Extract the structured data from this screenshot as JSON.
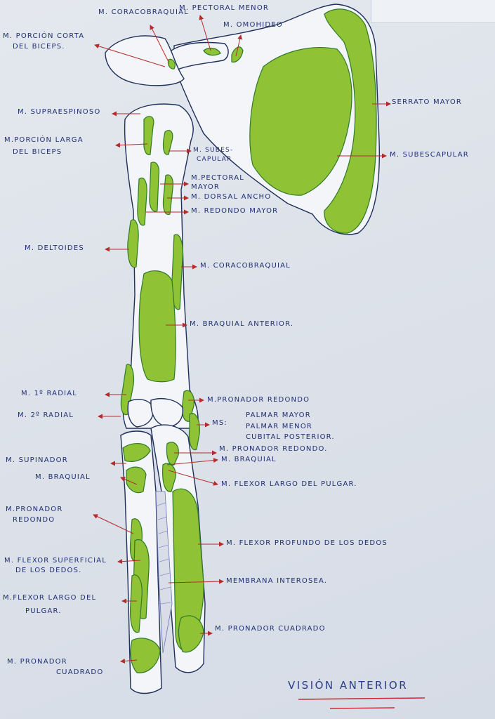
{
  "title": "VISIÓN ANTERIOR",
  "colors": {
    "muscle": "#8fc335",
    "outline": "#2f7a2a",
    "bone": "#f3f5f8",
    "arrow": "#b52a2a",
    "text": "#1f2f72"
  },
  "labels": {
    "coracobraquial_top": "M. CORACOBRAQUIAL",
    "pectoral_menor": "M. PECTORAL MENOR",
    "omohioideo": "M. OMOHIDEO",
    "biceps_corta_1": "M. PORCIÓN CORTA",
    "biceps_corta_2": "DEL BICEPS.",
    "serrato_mayor": "SERRATO MAYOR",
    "supraespinoso": "M. SUPRAESPINOSO",
    "biceps_larga_1": "M.PORCIÓN LARGA",
    "biceps_larga_2": "DEL BICEPS",
    "subescapular_1": "M. SUBES-",
    "subescapular_2": "CAPULAR",
    "subescapular_right": "M. SUBESCAPULAR",
    "pectoral_mayor_1": "M.PECTORAL",
    "pectoral_mayor_2": "MAYOR",
    "dorsal_ancho": "M. DORSAL ANCHO",
    "redondo_mayor": "M. REDONDO MAYOR",
    "deltoides": "M. DELTOIDES",
    "coracobraquial_mid": "M. CORACOBRAQUIAL",
    "braquial_anterior": "M. BRAQUIAL ANTERIOR.",
    "radial_1": "M. 1º RADIAL",
    "radial_2": "M. 2º RADIAL",
    "pronador_redondo_top": "M.PRONADOR REDONDO",
    "ms": "MS:",
    "palmar_mayor": "PALMAR MAYOR",
    "palmar_menor": "PALMAR MENOR",
    "cubital_posterior": "CUBITAL POSTERIOR.",
    "supinador": "M. SUPINADOR",
    "pronador_redondo_mid": "M. PRONADOR REDONDO.",
    "braquial_mid": "M. BRAQUIAL",
    "braquial_left": "M. BRAQUIAL",
    "flexor_largo_pulgar_mid": "M. FLEXOR LARGO DEL PULGAR.",
    "pronador_redondo_left_1": "M.PRONADOR",
    "pronador_redondo_left_2": "REDONDO",
    "flexor_profundo": "M. FLEXOR PROFUNDO DE LOS DEDOS",
    "flexor_superficial_1": "M. FLEXOR SUPERFICIAL",
    "flexor_superficial_2": "DE LOS DEDOS.",
    "membrana": "MEMBRANA INTEROSEA.",
    "flexor_largo_pulgar_left_1": "M.FLEXOR LARGO DEL",
    "flexor_largo_pulgar_left_2": "PULGAR.",
    "pronador_cuadrado_right": "M. PRONADOR CUADRADO",
    "pronador_cuadrado_left_1": "M. PRONADOR",
    "pronador_cuadrado_left_2": "CUADRADO"
  }
}
